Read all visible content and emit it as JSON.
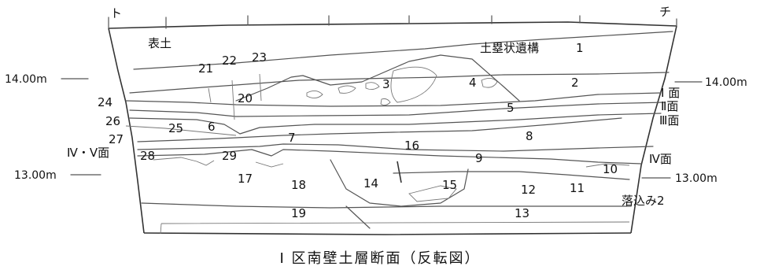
{
  "diagram": {
    "caption": "I 区南壁土層断面（反転図）",
    "corner_left": "ト",
    "corner_right": "チ",
    "elevations": {
      "upper_left": "14.00m",
      "upper_right": "14.00m",
      "lower_left": "13.00m",
      "lower_right": "13.00m"
    },
    "annotations": {
      "topsoil": "表土",
      "earthwork": "土塁状遺構",
      "surface_1": "I 面",
      "surface_2": "Ⅱ面",
      "surface_3": "Ⅲ面",
      "surface_4": "Ⅳ面",
      "surface_45": "Ⅳ・Ⅴ面",
      "pit": "落込み2"
    },
    "layers": [
      "1",
      "2",
      "3",
      "4",
      "5",
      "6",
      "7",
      "8",
      "9",
      "10",
      "11",
      "12",
      "13",
      "14",
      "15",
      "16",
      "17",
      "18",
      "19",
      "20",
      "21",
      "22",
      "23",
      "24",
      "25",
      "26",
      "27",
      "28",
      "29"
    ]
  }
}
